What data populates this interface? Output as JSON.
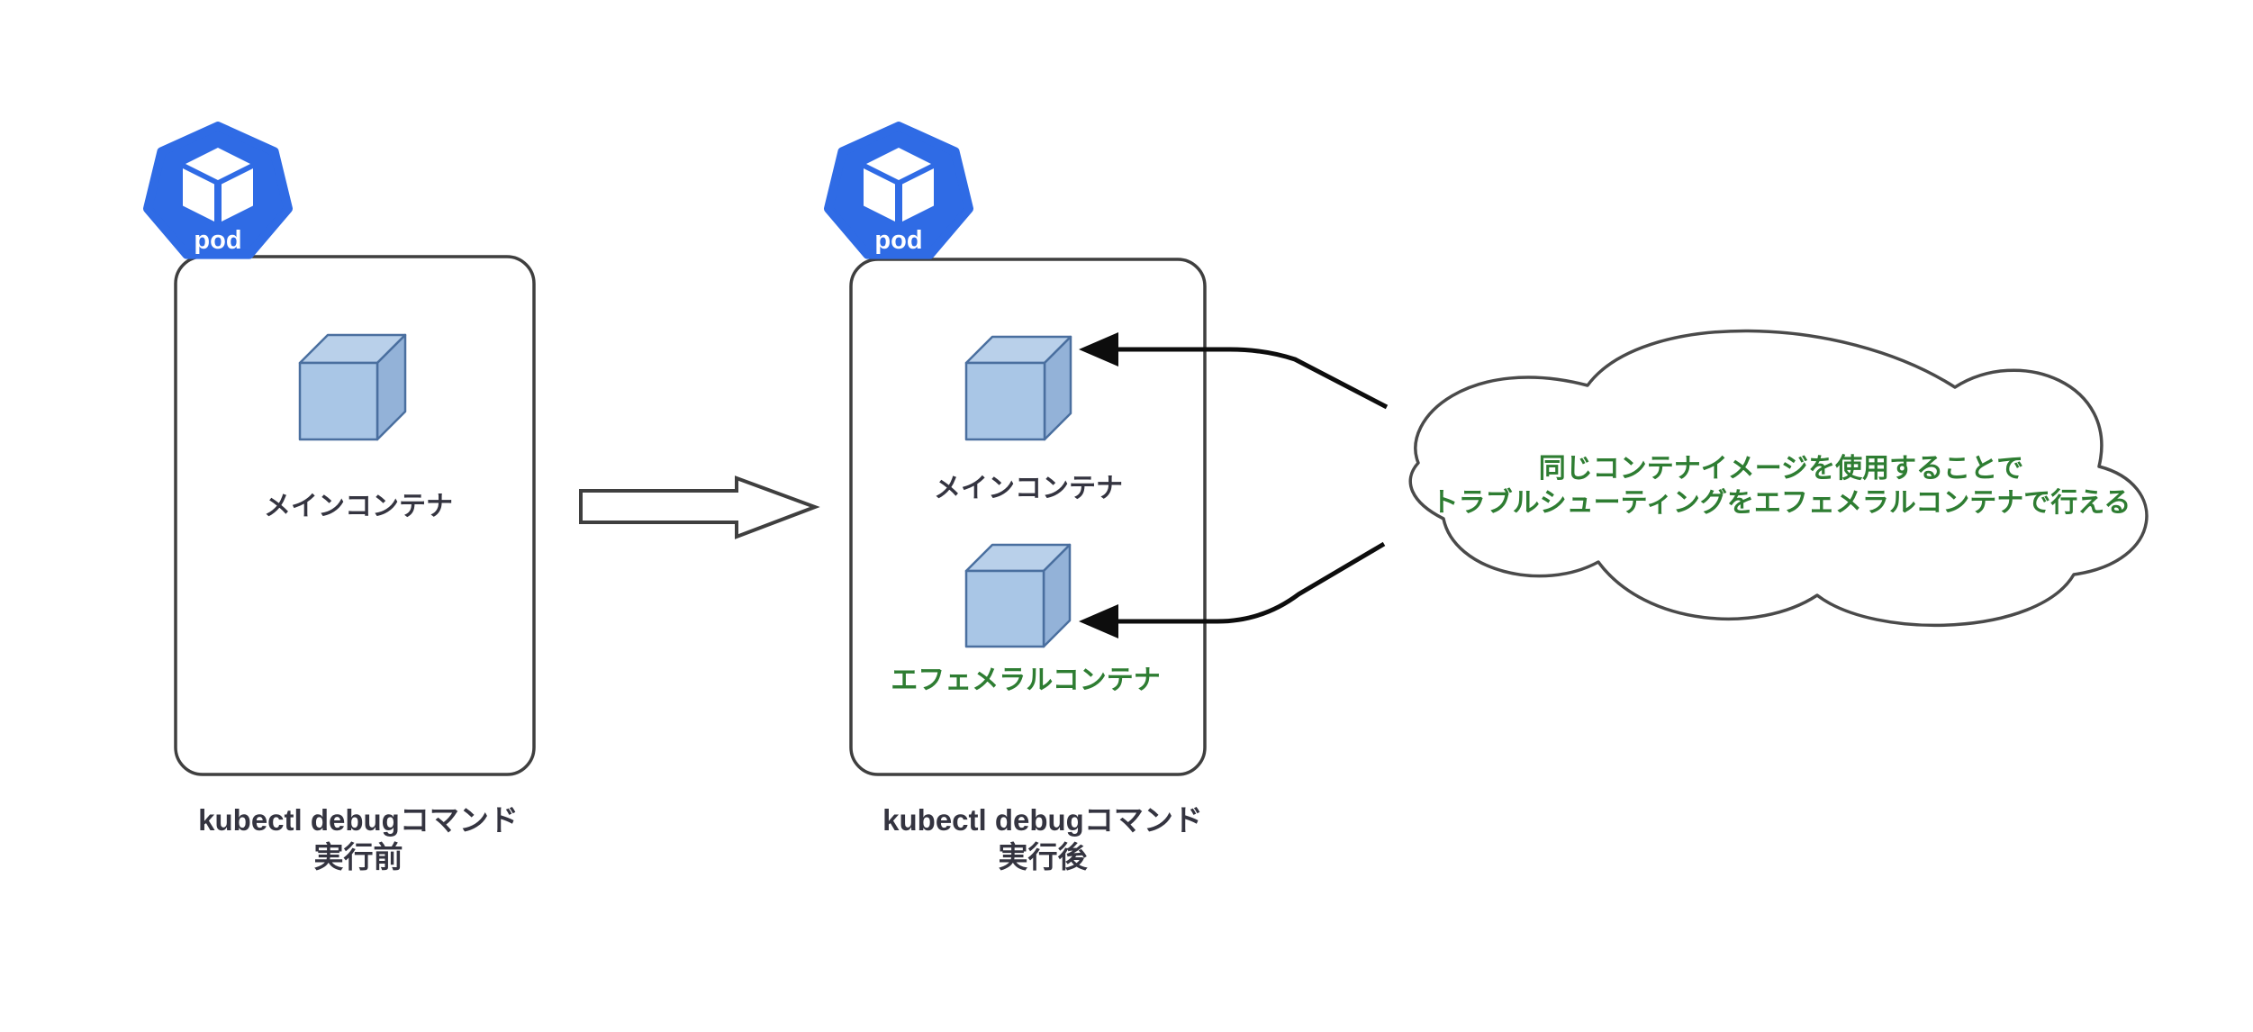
{
  "diagram": {
    "pods": {
      "before": {
        "badge_label": "pod",
        "containers": [
          {
            "label": "メインコンテナ"
          }
        ],
        "caption_line1": "kubectl debugコマンド",
        "caption_line2": "実行前"
      },
      "after": {
        "badge_label": "pod",
        "containers": [
          {
            "label": "メインコンテナ"
          },
          {
            "label": "エフェメラルコンテナ"
          }
        ],
        "caption_line1": "kubectl debugコマンド",
        "caption_line2": "実行後"
      }
    },
    "cloud_note": {
      "line1": "同じコンテナイメージを使用することで",
      "line2": "トラブルシューティングをエフェメラルコンテナで行える"
    }
  },
  "colors": {
    "pod_badge_blue": "#2f6be5",
    "badge_text_white": "#ffffff",
    "cube_front": "#a9c6e6",
    "cube_top": "#b9d0ea",
    "cube_side": "#93b2d8",
    "cube_stroke": "#4a6f9f",
    "outline_gray": "#3f3f3f",
    "cloud_stroke_gray": "#4a4a4a",
    "arrow_black": "#0d0d0d",
    "label_dark": "#343440",
    "ephemeral_green": "#2e7d32",
    "background_white": "#ffffff"
  }
}
